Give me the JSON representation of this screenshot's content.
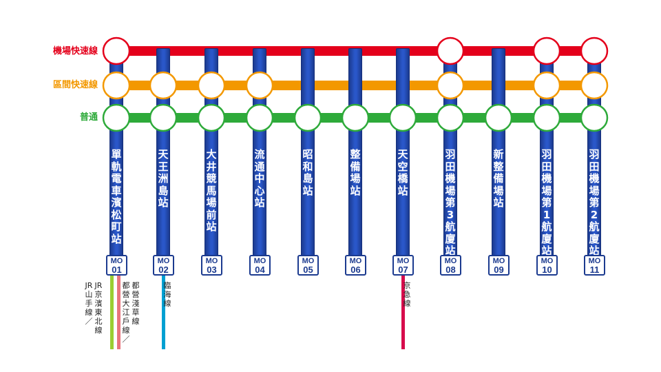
{
  "colors": {
    "airport_rapid": "#e4001b",
    "section_rapid": "#f39800",
    "local": "#2eaa3a",
    "station_bar": "#2a57c9",
    "jr_yamanote": "#9acd32",
    "toei_oedo": "#e8747c",
    "rinkai": "#00a0d2",
    "keikyu": "#d70c4c"
  },
  "services": [
    {
      "id": "airport_rapid",
      "label": "機場快速線",
      "stops": [
        "MO01",
        "MO08",
        "MO10",
        "MO11"
      ]
    },
    {
      "id": "section_rapid",
      "label": "區間快速線",
      "stops": [
        "MO01",
        "MO02",
        "MO03",
        "MO04",
        "MO08",
        "MO10",
        "MO11"
      ]
    },
    {
      "id": "local",
      "label": "普通",
      "stops": [
        "MO01",
        "MO02",
        "MO03",
        "MO04",
        "MO05",
        "MO06",
        "MO07",
        "MO08",
        "MO09",
        "MO10",
        "MO11"
      ]
    }
  ],
  "stations": [
    {
      "name": "單軌電車濱松町站",
      "prefix": "MO",
      "num": "01"
    },
    {
      "name": "天王洲島站",
      "prefix": "MO",
      "num": "02"
    },
    {
      "name": "大井競馬場前站",
      "prefix": "MO",
      "num": "03"
    },
    {
      "name": "流通中心站",
      "prefix": "MO",
      "num": "04"
    },
    {
      "name": "昭和島站",
      "prefix": "MO",
      "num": "05"
    },
    {
      "name": "整備場站",
      "prefix": "MO",
      "num": "06"
    },
    {
      "name": "天空橋站",
      "prefix": "MO",
      "num": "07"
    },
    {
      "name": "羽田機場第3航廈站",
      "prefix": "MO",
      "num": "08"
    },
    {
      "name": "新整備場站",
      "prefix": "MO",
      "num": "09"
    },
    {
      "name": "羽田機場第1航廈站",
      "prefix": "MO",
      "num": "10"
    },
    {
      "name": "羽田機場第2航廈站",
      "prefix": "MO",
      "num": "11"
    }
  ],
  "transfers": [
    {
      "station": "MO01",
      "labels": [
        "JR山手線／",
        "JR京濱東北線"
      ],
      "color_keys": [
        "jr_yamanote"
      ]
    },
    {
      "station": "MO01",
      "labels": [
        "都營大江戶線／",
        "都營淺草線"
      ],
      "color_keys": [
        "toei_oedo"
      ]
    },
    {
      "station": "MO02",
      "labels": [
        "臨海線"
      ],
      "color_keys": [
        "rinkai"
      ]
    },
    {
      "station": "MO07",
      "labels": [
        "京急線"
      ],
      "color_keys": [
        "keikyu"
      ]
    }
  ]
}
